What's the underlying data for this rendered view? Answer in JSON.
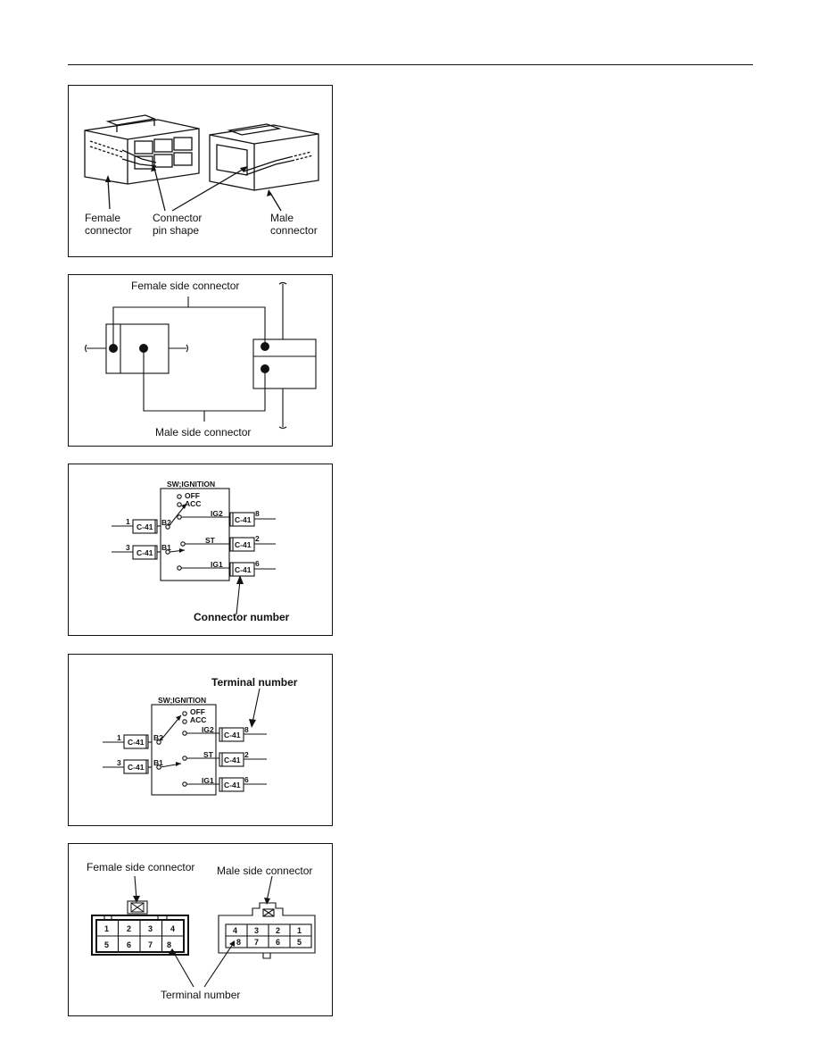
{
  "panel1": {
    "female_connector": [
      "Female",
      "connector"
    ],
    "pin_shape": [
      "Connector",
      "pin shape"
    ],
    "male_connector": [
      "Male",
      "connector"
    ]
  },
  "panel2": {
    "female_side": "Female side connector",
    "male_side": "Male side connector"
  },
  "panel3": {
    "title": "SW;IGNITION",
    "connector": "C-41",
    "left_pins": [
      "1",
      "3"
    ],
    "right_pins": [
      "8",
      "2",
      "6"
    ],
    "b_labels": [
      "B2",
      "B1"
    ],
    "positions": [
      "OFF",
      "ACC",
      "IG2",
      "ST",
      "IG1"
    ],
    "callout": "Connector number"
  },
  "panel4": {
    "title": "SW;IGNITION",
    "connector": "C-41",
    "left_pins": [
      "1",
      "3"
    ],
    "right_pins": [
      "8",
      "2",
      "6"
    ],
    "b_labels": [
      "B2",
      "B1"
    ],
    "positions": [
      "OFF",
      "ACC",
      "IG2",
      "ST",
      "IG1"
    ],
    "callout": "Terminal number"
  },
  "panel5": {
    "female_side": "Female side connector",
    "male_side": "Male side connector",
    "terminal": "Terminal number",
    "female_top_row": [
      "1",
      "2",
      "3",
      "4"
    ],
    "female_bottom_row": [
      "5",
      "6",
      "7",
      "8"
    ],
    "male_top_row": [
      "4",
      "3",
      "2",
      "1"
    ],
    "male_bottom_row": [
      "8",
      "7",
      "6",
      "5"
    ]
  }
}
